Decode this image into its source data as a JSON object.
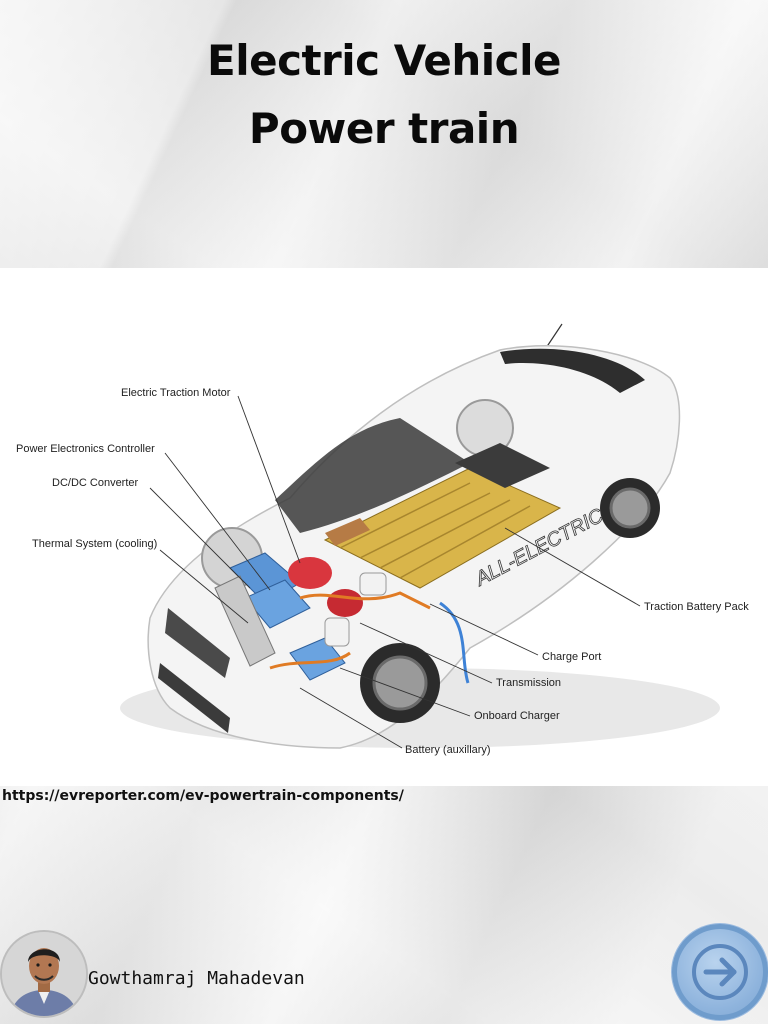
{
  "title": {
    "line1": "Electric Vehicle",
    "line2": "Power train"
  },
  "figure": {
    "callouts": {
      "motor": "Electric Traction Motor",
      "controller": "Power Electronics Controller",
      "dcdc": "DC/DC Converter",
      "thermal": "Thermal System (cooling)",
      "battery_pack": "Traction Battery Pack",
      "charge_port": "Charge Port",
      "transmission": "Transmission",
      "onboard_charger": "Onboard Charger",
      "aux_battery": "Battery (auxillary)"
    },
    "door_decal": "ALL-ELECTRIC"
  },
  "source_url": "https://evreporter.com/ev-powertrain-components/",
  "author": {
    "name": "Gowthamraj Mahadevan"
  },
  "colors": {
    "next_button": "#8fb4dd",
    "battery_gold": "#d9b54a",
    "component_red": "#d9363e",
    "component_blue": "#5b95d6"
  },
  "icons": {
    "next": "arrow-right-icon"
  }
}
